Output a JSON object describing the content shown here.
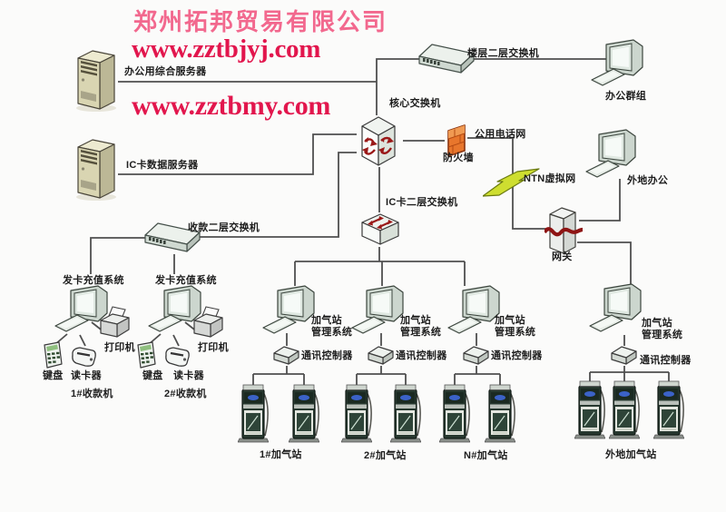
{
  "header": {
    "company": "郑州拓邦贸易有限公司",
    "url_primary": "www.zztbjyj.com",
    "url_secondary": "www.zztbmy.com"
  },
  "colors": {
    "company_pink": "#f2688e",
    "url_red": "#e2164d",
    "firewall_orange": "#e8762c",
    "lightning_green": "#cede30",
    "switch_arrow_red": "#9a1818",
    "line_gray": "#4f4f4f"
  },
  "nodes": {
    "office_server": {
      "label": "办公用综合服务器"
    },
    "ic_server": {
      "label": "IC卡数据服务器"
    },
    "core_switch": {
      "label": "核心交换机"
    },
    "floor_switch": {
      "label": "楼层二层交换机"
    },
    "office_group": {
      "label": "办公群组"
    },
    "firewall": {
      "label": "防火墙"
    },
    "public_phone": {
      "label": "公用电话网"
    },
    "ntn_vpn": {
      "label": "NTN虚拟网"
    },
    "remote_office": {
      "label": "外地办公"
    },
    "gateway": {
      "label": "网关"
    },
    "ic_switch": {
      "label": "IC卡二层交换机"
    },
    "pay_switch": {
      "label": "收款二层交换机"
    },
    "card_system_1": {
      "label": "发卡充值系统"
    },
    "card_system_2": {
      "label": "发卡充值系统"
    },
    "printer_1": {
      "label": "打印机"
    },
    "printer_2": {
      "label": "打印机"
    },
    "keypad_1": {
      "label": "键盘"
    },
    "keypad_2": {
      "label": "键盘"
    },
    "card_reader_1": {
      "label": "读卡器"
    },
    "card_reader_2": {
      "label": "读卡器"
    },
    "cashier_1": {
      "label": "1#收款机"
    },
    "cashier_2": {
      "label": "2#收款机"
    },
    "station_mgmt_1": {
      "label": "加气站\n管理系统"
    },
    "station_mgmt_2": {
      "label": "加气站\n管理系统"
    },
    "station_mgmt_3": {
      "label": "加气站\n管理系统"
    },
    "station_mgmt_remote": {
      "label": "加气站\n管理系统"
    },
    "comm_ctrl_1": {
      "label": "通讯控制器"
    },
    "comm_ctrl_2": {
      "label": "通讯控制器"
    },
    "comm_ctrl_3": {
      "label": "通讯控制器"
    },
    "comm_ctrl_remote": {
      "label": "通讯控制器"
    },
    "station_1": {
      "label": "1#加气站"
    },
    "station_2": {
      "label": "2#加气站"
    },
    "station_n": {
      "label": "N#加气站"
    },
    "station_remote": {
      "label": "外地加气站"
    }
  }
}
